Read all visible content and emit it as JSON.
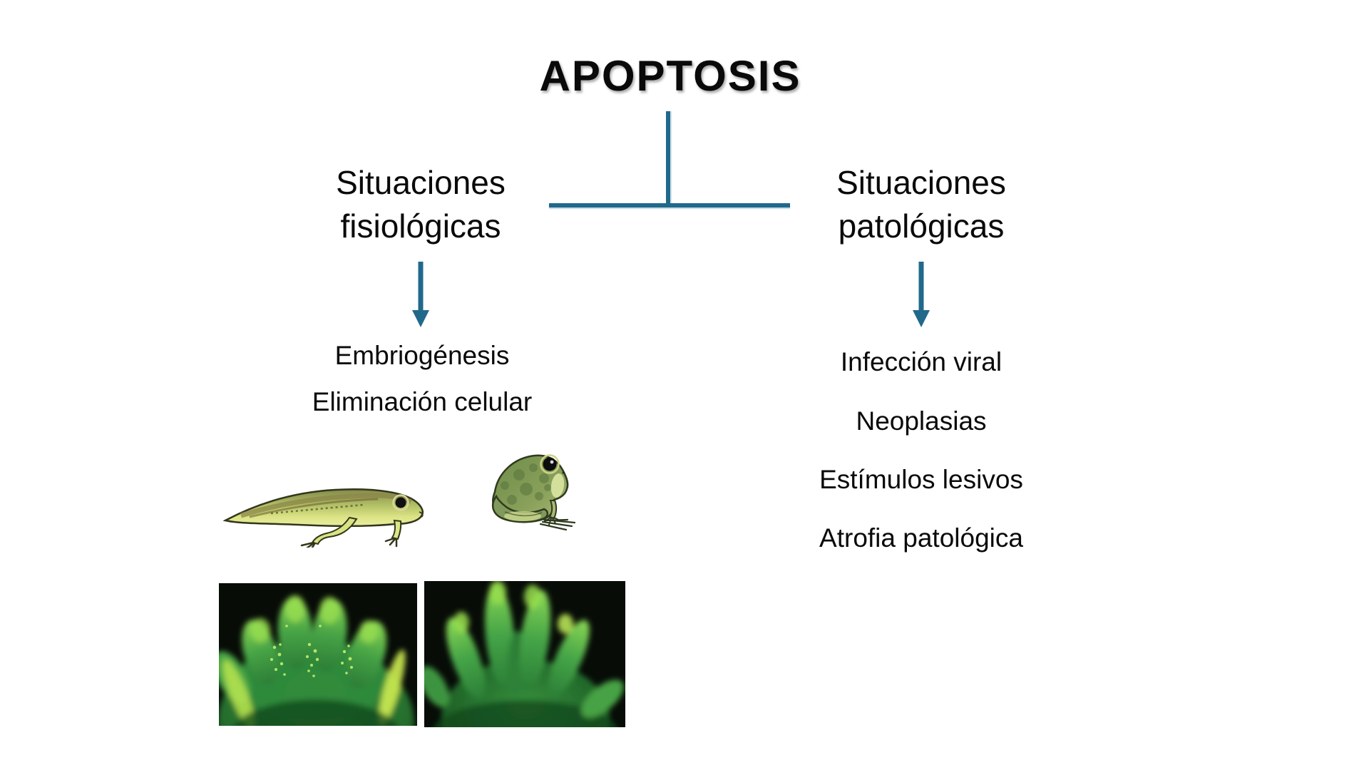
{
  "title": "APOPTOSIS",
  "colors": {
    "accent": "#21698b",
    "text": "#0a0a0a",
    "background": "#ffffff",
    "photo_background": "#070c07",
    "fluorescent_green": "#4aa845"
  },
  "branches": [
    {
      "label_lines": [
        "Situaciones",
        "fisiológicas"
      ],
      "items": [
        "Embriogénesis",
        "Eliminación celular"
      ]
    },
    {
      "label_lines": [
        "Situaciones",
        "patológicas"
      ],
      "items": [
        "Infección viral",
        "Neoplasias",
        "Estímulos lesivos",
        "Atrofia patológica"
      ]
    }
  ],
  "figures": [
    "tadpole-illustration",
    "frog-illustration",
    "embryonic-limb-webbed-photo",
    "embryonic-limb-separated-digits-photo"
  ]
}
